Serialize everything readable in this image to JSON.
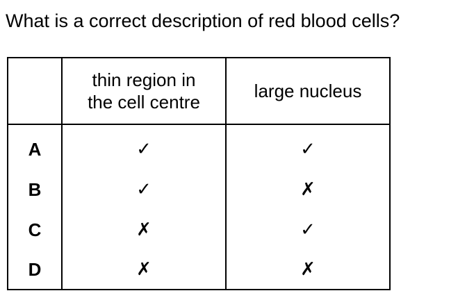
{
  "question": "What is a correct description of red blood cells?",
  "table": {
    "headers": [
      "",
      "thin region in\nthe cell centre",
      "large nucleus"
    ],
    "rows": [
      {
        "letter": "A",
        "thin_region_mark": "tick-icon",
        "large_nucleus_mark": "tick-icon"
      },
      {
        "letter": "B",
        "thin_region_mark": "tick-icon",
        "large_nucleus_mark": "cross-icon"
      },
      {
        "letter": "C",
        "thin_region_mark": "cross-icon",
        "large_nucleus_mark": "tick-icon"
      },
      {
        "letter": "D",
        "thin_region_mark": "cross-icon",
        "large_nucleus_mark": "cross-icon"
      }
    ]
  }
}
